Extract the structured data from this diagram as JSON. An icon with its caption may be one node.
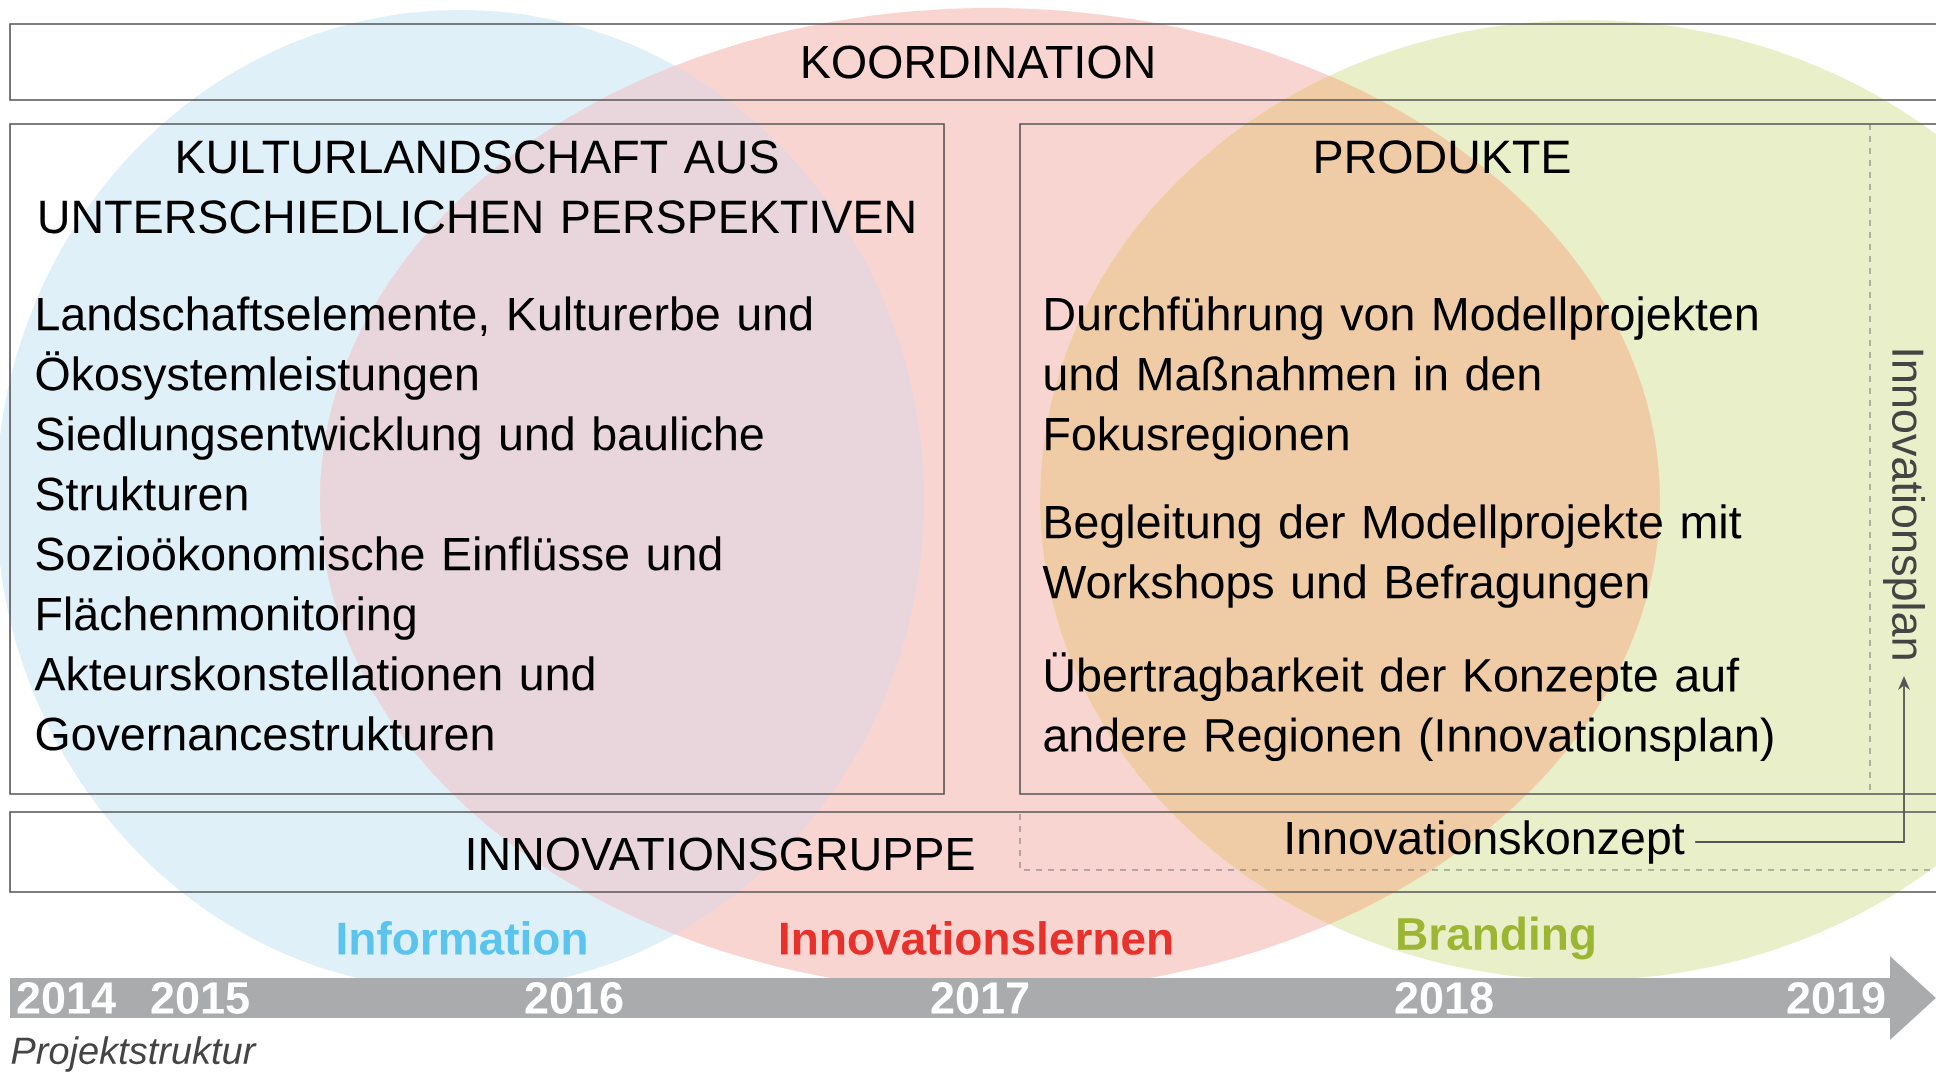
{
  "diagram": {
    "caption": "Projektstruktur",
    "nodes": [
      {
        "text": [
          "KOORDINATION"
        ]
      },
      {
        "text": [
          "KULTURLANDSCHAFT AUS UNTERSCHIEDLICHEN PERSPEKTIVEN",
          "Landschaftselemente, Kulturerbe und Ökosystemleistungen",
          "Siedlungsentwicklung und bauliche Strukturen",
          "Sozioökonomische Einflüsse und Flächenmonitoring",
          "Akteurskonstellationen und Governancestrukturen"
        ]
      },
      {
        "text": [
          "PRODUKTE",
          "Durchführung von Modellprojekten und Maßnahmen in den Fokusregionen",
          "Begleitung der Modellprojekte mit Workshops und Befragungen",
          "Übertragbarkeit der Konzepte auf andere Regionen (Innovationsplan)"
        ]
      },
      {
        "text": [
          "Innovationsplan"
        ],
        "in": 2
      },
      {
        "text": [
          "INNOVATIONSGRUPPE"
        ]
      },
      {
        "text": [
          "Innovationskonzept"
        ],
        "in": 4
      }
    ],
    "edges": [
      {
        "from": 5,
        "to": 3,
        "arrow": "to"
      }
    ],
    "labels": [
      "Information",
      "Innovationslernen",
      "Branding",
      "2014",
      "2015",
      "2016",
      "2017",
      "2018",
      "2019"
    ]
  }
}
